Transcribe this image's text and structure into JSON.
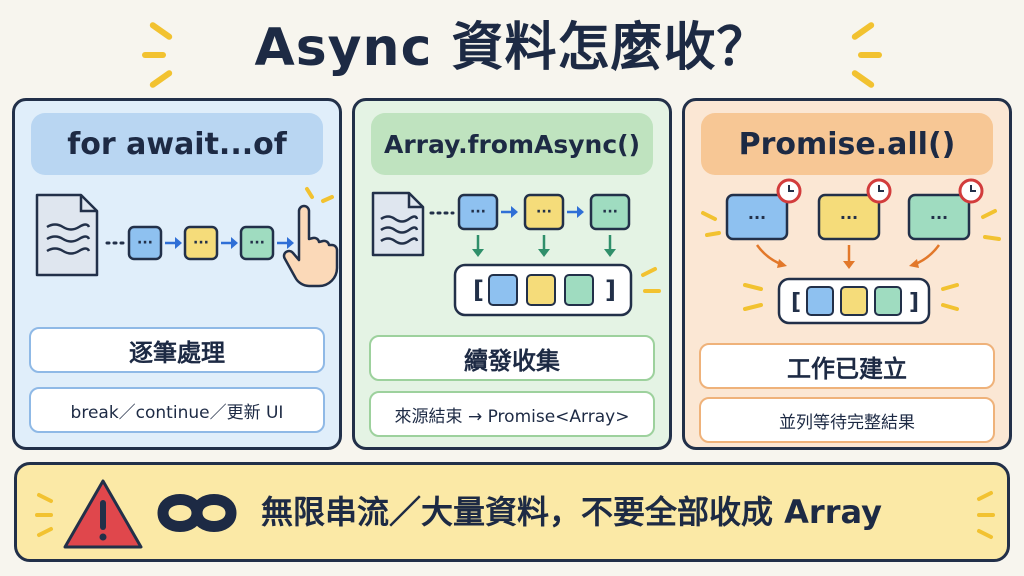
{
  "title": "Async 資料怎麼收？",
  "panels": [
    {
      "heading": "for await...of",
      "label_main": "逐筆處理",
      "label_sub": "break／continue／更新 UI",
      "icons": [
        "document-icon",
        "item-chip",
        "item-chip",
        "item-chip",
        "pointing-hand-icon"
      ]
    },
    {
      "heading": "Array.fromAsync()",
      "label_main": "續發收集",
      "label_sub": "來源結束 → Promise<Array>",
      "icons": [
        "document-icon",
        "item-chip",
        "item-chip",
        "item-chip",
        "array-bracket-icon"
      ]
    },
    {
      "heading": "Promise.all()",
      "label_main": "工作已建立",
      "label_sub": "並列等待完整結果",
      "icons": [
        "clock-icon",
        "clock-icon",
        "clock-icon",
        "array-bracket-icon"
      ]
    }
  ],
  "chip_text": "···",
  "bracket_left": "[",
  "bracket_right": "]",
  "banner": {
    "text": "無限串流／大量資料，不要全部收成 Array",
    "icons": [
      "warning-icon",
      "infinity-icon"
    ]
  },
  "colors": {
    "navy": "#223049",
    "blue_chip": "#8ec1f0",
    "yellow_chip": "#f5dc7a",
    "green_chip": "#9fdcc0",
    "arrow_blue": "#2f6fd6",
    "arrow_green": "#2f8f6a",
    "arrow_orange": "#e2782a",
    "warning_red": "#e0474c"
  }
}
